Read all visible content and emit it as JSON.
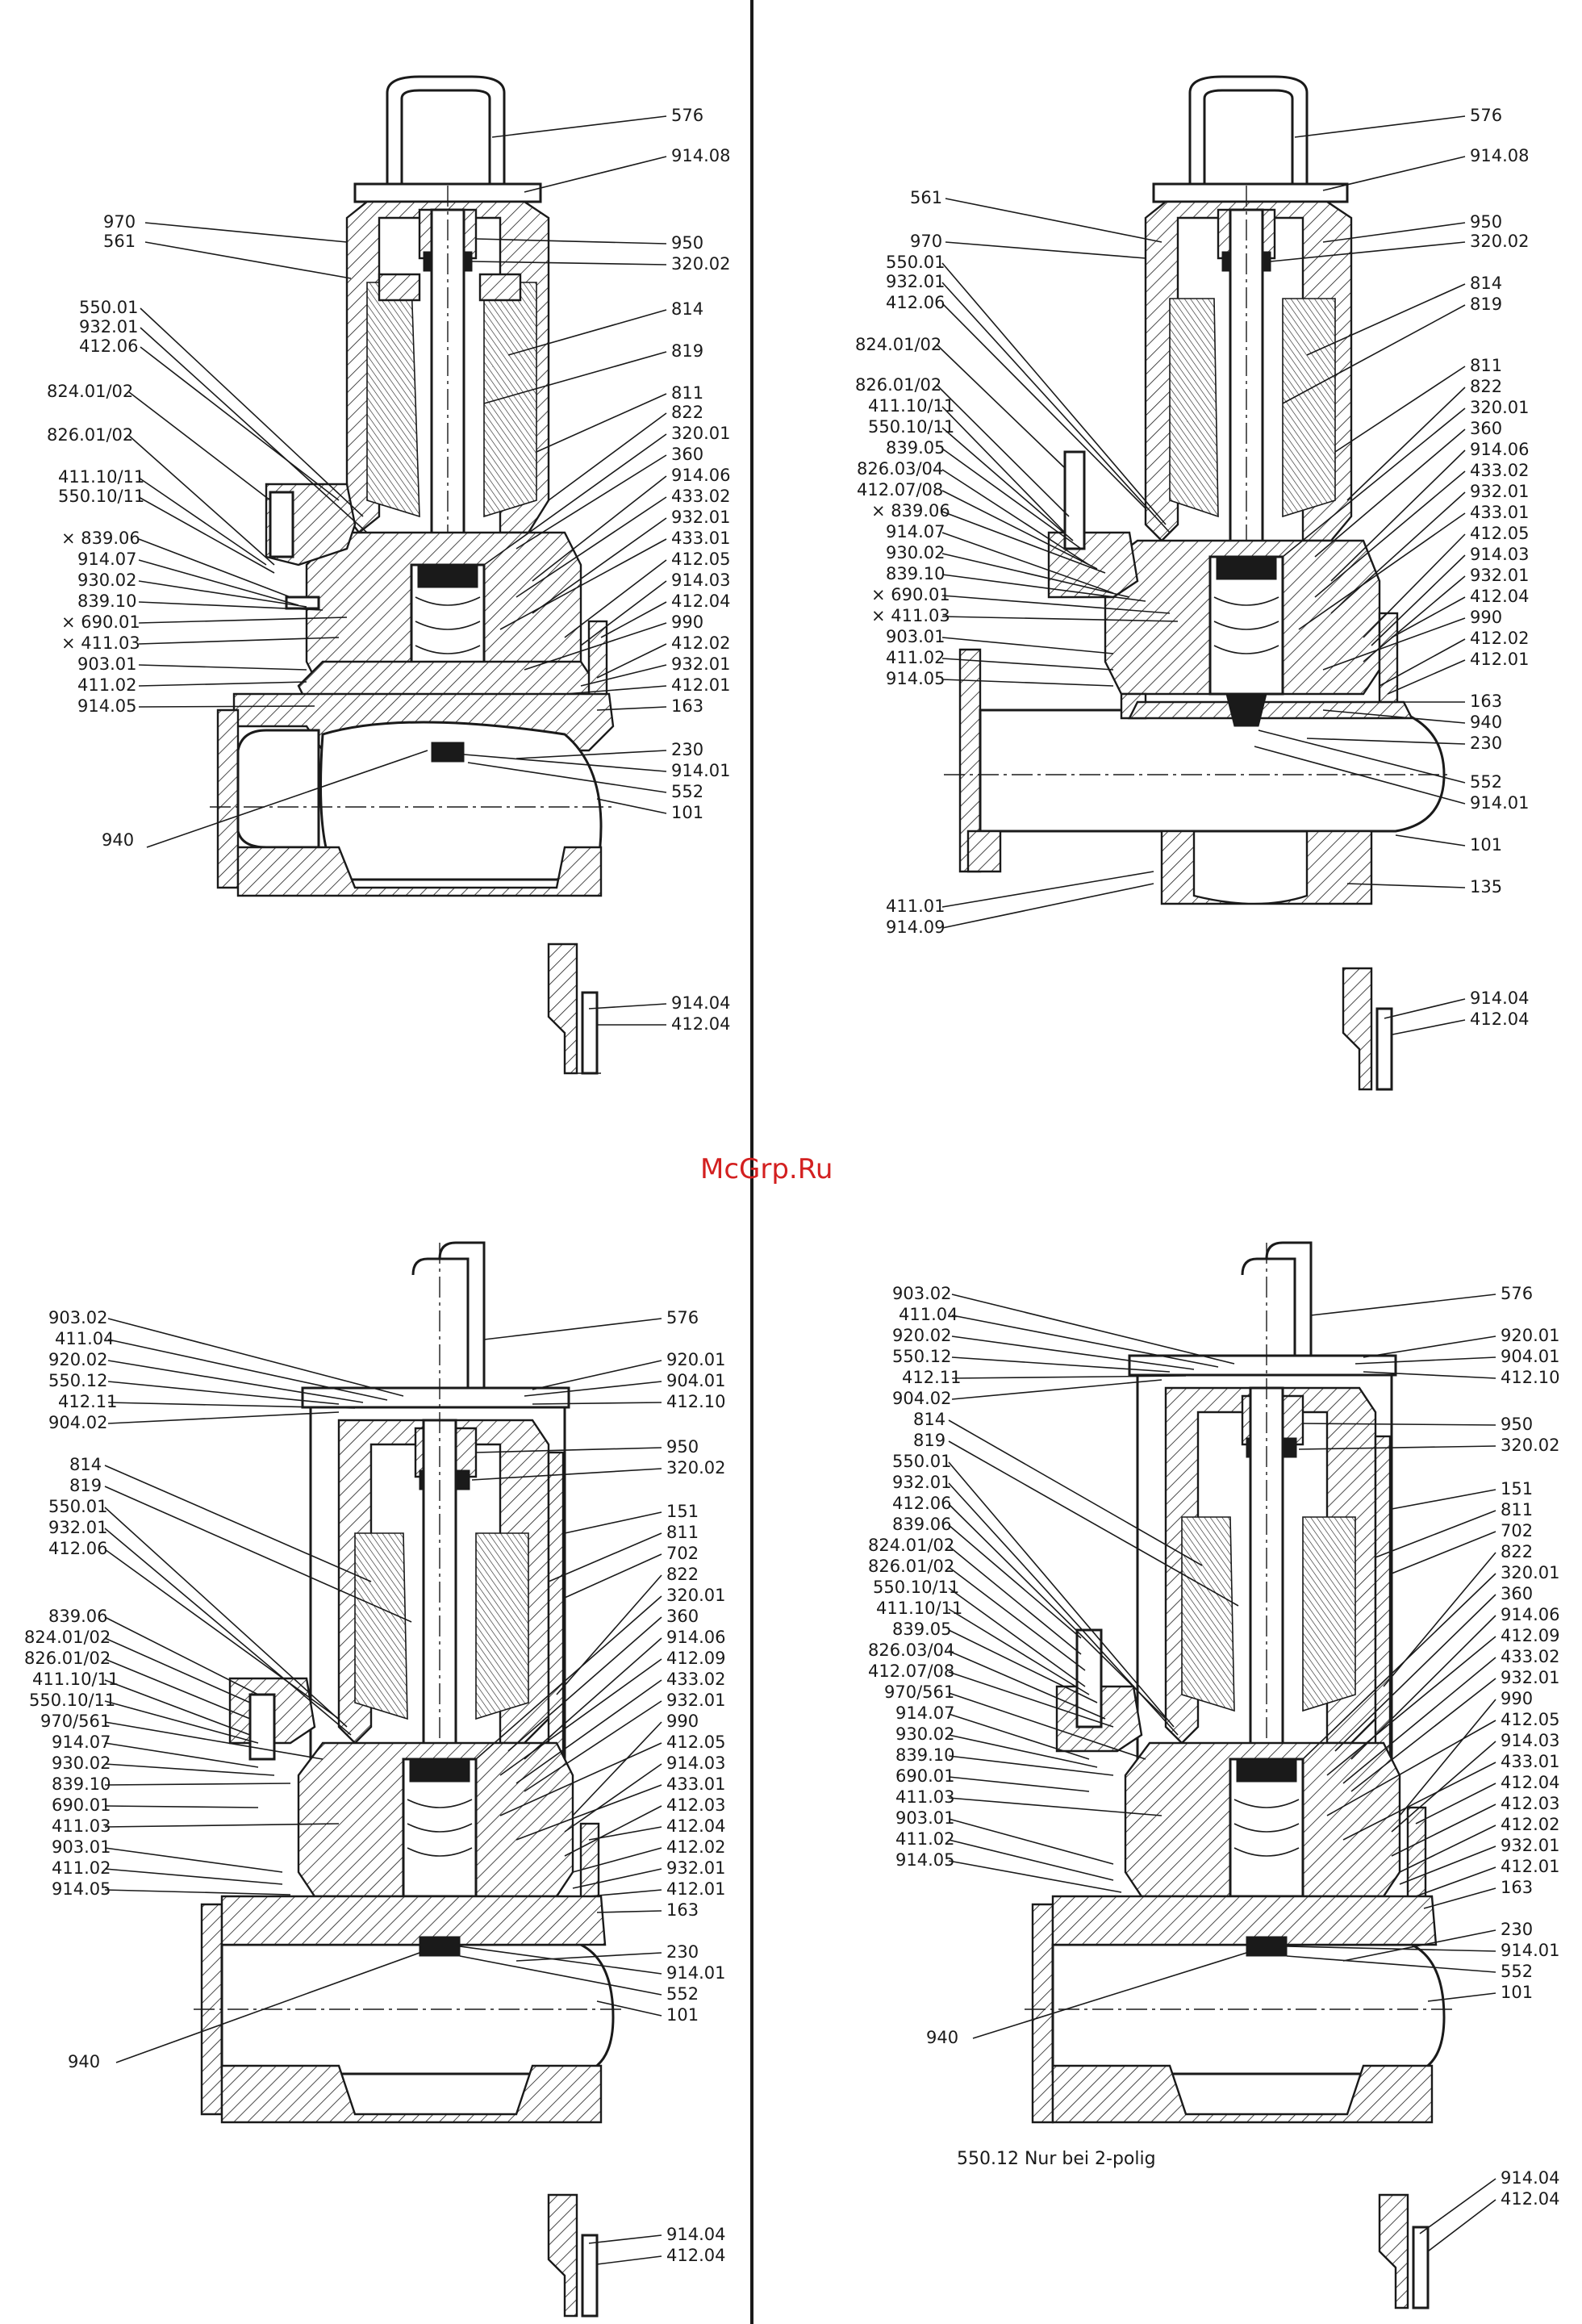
{
  "watermark": "McGrp.Ru",
  "note": "550.12 Nur bei 2-polig",
  "panels": {
    "top_left": {
      "labels_left": [
        "970",
        "561",
        "550.01",
        "932.01",
        "412.06",
        "824.01/02",
        "826.01/02",
        "411.10/11",
        "550.10/11",
        "× 839.06",
        "914.07",
        "930.02",
        "839.10",
        "× 690.01",
        "× 411.03",
        "903.01",
        "411.02",
        "914.05",
        "940"
      ],
      "labels_right": [
        "576",
        "914.08",
        "950",
        "320.02",
        "814",
        "819",
        "811",
        "822",
        "320.01",
        "360",
        "914.06",
        "433.02",
        "932.01",
        "433.01",
        "412.05",
        "914.03",
        "412.04",
        "990",
        "412.02",
        "932.01",
        "412.01",
        "163",
        "230",
        "914.01",
        "552",
        "101"
      ],
      "detail_labels": [
        "914.04",
        "412.04"
      ]
    },
    "top_right": {
      "labels_left": [
        "561",
        "970",
        "550.01",
        "932.01",
        "412.06",
        "824.01/02",
        "826.01/02",
        "411.10/11",
        "550.10/11",
        "839.05",
        "826.03/04",
        "412.07/08",
        "× 839.06",
        "914.07",
        "930.02",
        "839.10",
        "× 690.01",
        "× 411.03",
        "903.01",
        "411.02",
        "914.05",
        "411.01",
        "914.09"
      ],
      "labels_right": [
        "576",
        "914.08",
        "950",
        "320.02",
        "814",
        "819",
        "811",
        "822",
        "320.01",
        "360",
        "914.06",
        "433.02",
        "932.01",
        "433.01",
        "412.05",
        "914.03",
        "932.01",
        "412.04",
        "990",
        "412.02",
        "412.01",
        "163",
        "940",
        "230",
        "552",
        "914.01",
        "101",
        "135"
      ],
      "detail_labels": [
        "914.04",
        "412.04"
      ]
    },
    "bottom_left": {
      "labels_left": [
        "903.02",
        "411.04",
        "920.02",
        "550.12",
        "412.11",
        "904.02",
        "814",
        "819",
        "550.01",
        "932.01",
        "412.06",
        "839.06",
        "824.01/02",
        "826.01/02",
        "411.10/11",
        "550.10/11",
        "970/561",
        "914.07",
        "930.02",
        "839.10",
        "690.01",
        "411.03",
        "903.01",
        "411.02",
        "914.05",
        "940"
      ],
      "labels_right": [
        "576",
        "920.01",
        "904.01",
        "412.10",
        "950",
        "320.02",
        "151",
        "811",
        "702",
        "822",
        "320.01",
        "360",
        "914.06",
        "412.09",
        "433.02",
        "932.01",
        "990",
        "412.05",
        "914.03",
        "433.01",
        "412.03",
        "412.04",
        "412.02",
        "932.01",
        "412.01",
        "163",
        "230",
        "914.01",
        "552",
        "101"
      ],
      "detail_labels": [
        "914.04",
        "412.04"
      ]
    },
    "bottom_right": {
      "labels_left": [
        "903.02",
        "411.04",
        "920.02",
        "550.12",
        "412.11",
        "904.02",
        "814",
        "819",
        "550.01",
        "932.01",
        "412.06",
        "839.06",
        "824.01/02",
        "826.01/02",
        "550.10/11",
        "411.10/11",
        "839.05",
        "826.03/04",
        "412.07/08",
        "970/561",
        "914.07",
        "930.02",
        "839.10",
        "690.01",
        "411.03",
        "903.01",
        "411.02",
        "914.05",
        "940"
      ],
      "labels_right": [
        "576",
        "920.01",
        "904.01",
        "412.10",
        "950",
        "320.02",
        "151",
        "811",
        "702",
        "822",
        "320.01",
        "360",
        "914.06",
        "412.09",
        "433.02",
        "932.01",
        "990",
        "412.05",
        "914.03",
        "433.01",
        "412.04",
        "412.03",
        "412.02",
        "932.01",
        "412.01",
        "163",
        "230",
        "914.01",
        "552",
        "101"
      ],
      "detail_labels": [
        "914.04",
        "412.04"
      ]
    }
  }
}
